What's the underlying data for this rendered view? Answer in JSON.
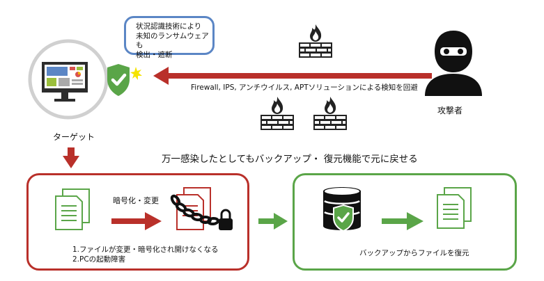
{
  "callout": {
    "lines": [
      "状況認識技術により",
      "未知のランサムウェアも",
      "検出・遮断"
    ]
  },
  "labels": {
    "target": "ターゲット",
    "attacker": "攻撃者",
    "defense": "Firewall, IPS, アンチウイルス, APTソリューションによる検知を回避",
    "headline": "万一感染したとしてもバックアップ・ 復元機能で元に戻せる",
    "encrypt": "暗号化・変更",
    "damage": [
      "1.ファイルが変更・暗号化され開けなくなる",
      "2.PCの起動障害"
    ],
    "restore": "バックアップからファイルを復元"
  },
  "colors": {
    "red": "#b9302a",
    "green": "#5aa548",
    "blue": "#5b86c5",
    "gray": "#d0d0d0",
    "dark": "#222222"
  },
  "icons": [
    "computer-icon",
    "shield-check-icon",
    "firewall-icon",
    "attacker-icon",
    "document-icon",
    "chain-lock-icon",
    "database-shield-icon",
    "arrow-icon"
  ]
}
